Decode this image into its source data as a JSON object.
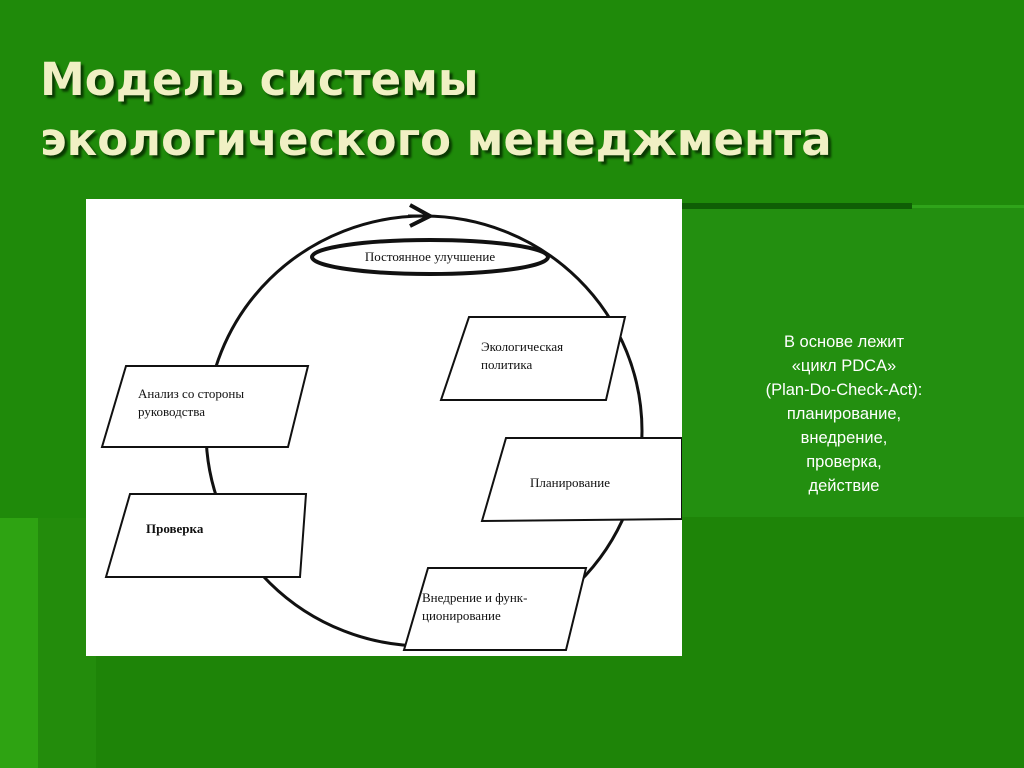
{
  "title": {
    "line1": "Модель системы",
    "line2": "экологического менеджмента"
  },
  "diagram": {
    "top_label": "Постоянное улучшение",
    "boxes": [
      {
        "id": "policy",
        "line1": "Экологическая",
        "line2": "политика"
      },
      {
        "id": "planning",
        "line1": "Планирование",
        "line2": ""
      },
      {
        "id": "implementation",
        "line1": "Внедрение и функ-",
        "line2": "ционирование"
      },
      {
        "id": "check",
        "line1": "Проверка",
        "line2": ""
      },
      {
        "id": "review",
        "line1": "Анализ со стороны",
        "line2": "руководства"
      }
    ]
  },
  "side": {
    "lines": [
      "В основе лежит",
      "«цикл PDCA»",
      "(Plan-Do-Check-Act):",
      "планирование,",
      "внедрение,",
      "проверка,",
      "действие"
    ]
  },
  "colors": {
    "background": "#1f8a0a",
    "title": "#f0f0c4",
    "side_text": "#ffffff"
  }
}
